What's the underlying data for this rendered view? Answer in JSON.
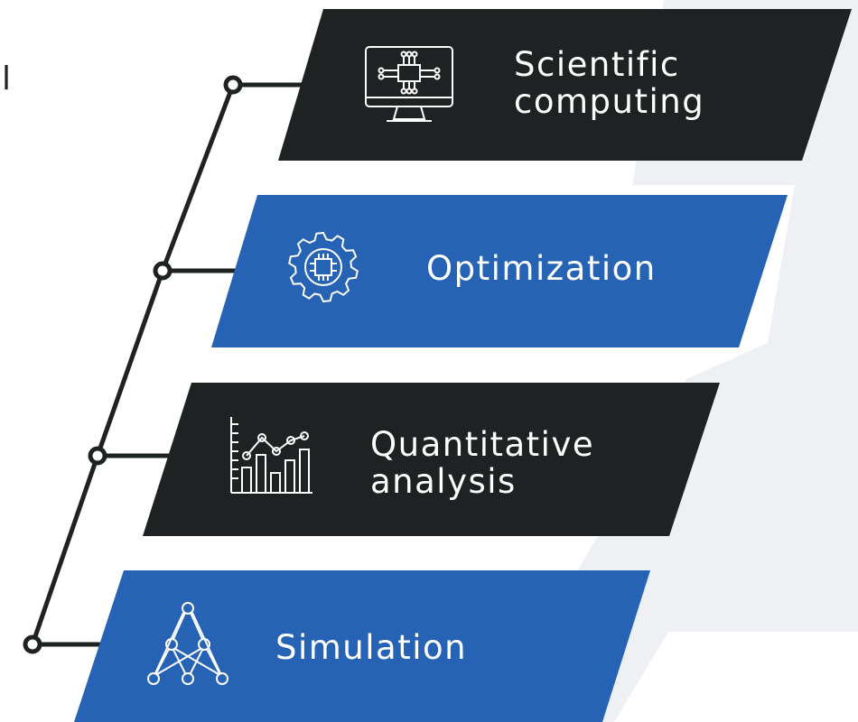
{
  "colors": {
    "dark": "#1f2222",
    "blue": "#2663b4",
    "panel": "#eef0f3",
    "line": "#1f2222"
  },
  "clipped_text": "l",
  "items": [
    {
      "label": "Scientific\ncomputing",
      "color": "dark",
      "icon": "computer-chip-icon"
    },
    {
      "label": "Optimization",
      "color": "blue",
      "icon": "gear-chip-icon"
    },
    {
      "label": "Quantitative\nanalysis",
      "color": "dark",
      "icon": "chart-analysis-icon"
    },
    {
      "label": "Simulation",
      "color": "blue",
      "icon": "neural-network-icon"
    }
  ]
}
